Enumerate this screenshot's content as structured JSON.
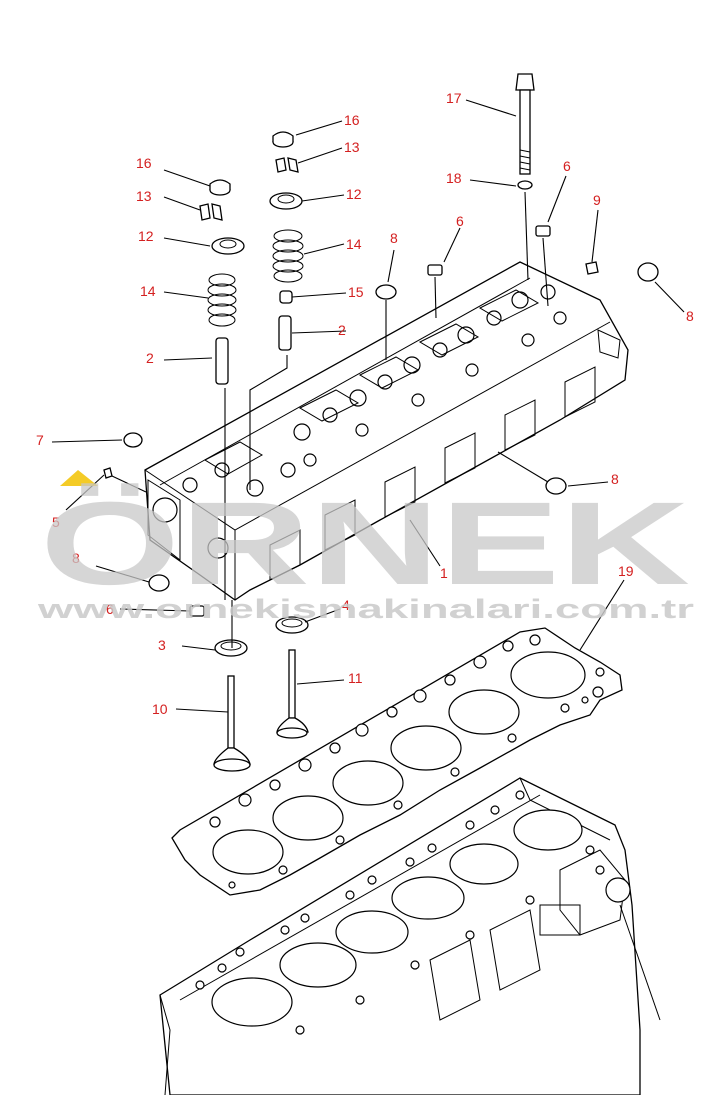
{
  "watermark": {
    "brand": "ÖRNEK",
    "url": "www.ornekismakinalari.com.tr",
    "accent_color": "#f2c200",
    "text_color": "#c9c9c9"
  },
  "callout_color": "#d42020",
  "callouts": [
    {
      "id": "c17",
      "label": "17"
    },
    {
      "id": "c18",
      "label": "18"
    },
    {
      "id": "c6a",
      "label": "6"
    },
    {
      "id": "c9",
      "label": "9"
    },
    {
      "id": "c8a",
      "label": "8"
    },
    {
      "id": "c16a",
      "label": "16"
    },
    {
      "id": "c13a",
      "label": "13"
    },
    {
      "id": "c12a",
      "label": "12"
    },
    {
      "id": "c14a",
      "label": "14"
    },
    {
      "id": "c15",
      "label": "15"
    },
    {
      "id": "c2a",
      "label": "2"
    },
    {
      "id": "c8b",
      "label": "8"
    },
    {
      "id": "c6b",
      "label": "6"
    },
    {
      "id": "c16b",
      "label": "16"
    },
    {
      "id": "c13b",
      "label": "13"
    },
    {
      "id": "c12b",
      "label": "12"
    },
    {
      "id": "c14b",
      "label": "14"
    },
    {
      "id": "c2b",
      "label": "2"
    },
    {
      "id": "c7",
      "label": "7"
    },
    {
      "id": "c5",
      "label": "5"
    },
    {
      "id": "c8c",
      "label": "8"
    },
    {
      "id": "c8d",
      "label": "8"
    },
    {
      "id": "c1",
      "label": "1"
    },
    {
      "id": "c19",
      "label": "19"
    },
    {
      "id": "c6c",
      "label": "6"
    },
    {
      "id": "c4",
      "label": "4"
    },
    {
      "id": "c3",
      "label": "3"
    },
    {
      "id": "c11",
      "label": "11"
    },
    {
      "id": "c10",
      "label": "10"
    }
  ]
}
